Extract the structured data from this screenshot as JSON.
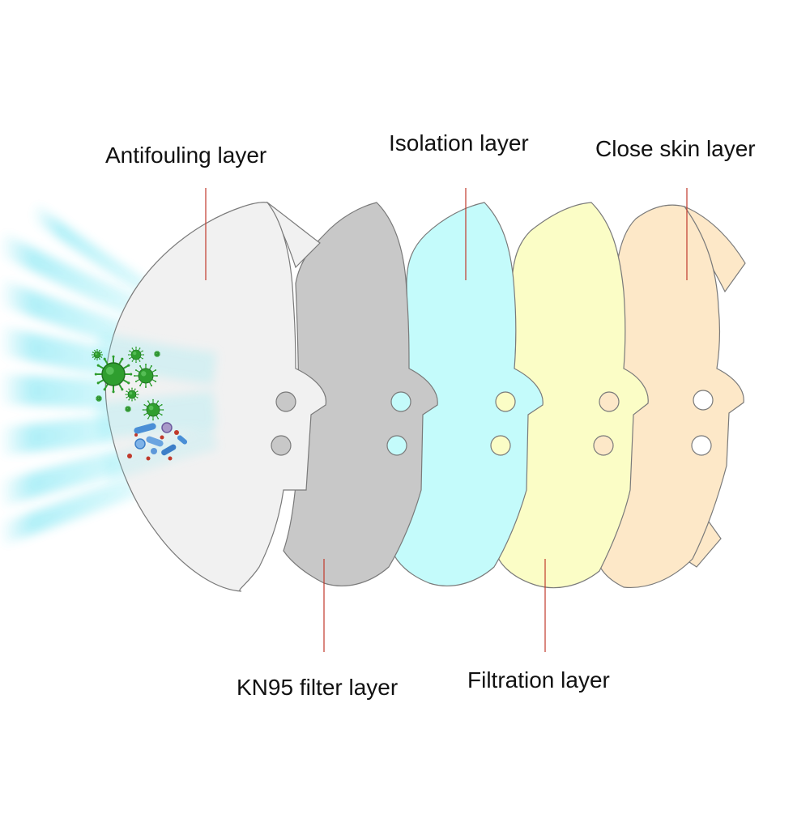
{
  "labels": {
    "antifouling": "Antifouling layer",
    "isolation": "Isolation layer",
    "close_skin": "Close skin layer",
    "kn95": "KN95 filter layer",
    "filtration": "Filtration layer"
  },
  "colors": {
    "antifouling_fill": "#f1f1f1",
    "kn95_fill": "#c8c8c8",
    "isolation_fill": "#c4fbfb",
    "filtration_fill": "#fbfdc6",
    "close_skin_fill": "#fde8c8",
    "outline": "#7a7a7a",
    "leader_line": "#c0392b",
    "virus": "#2f9e2f",
    "bacteria": "#4a8fd6",
    "airflow": "#5fe0f0"
  },
  "icons": [
    "virus-icon",
    "bacteria-icon",
    "airflow-icon"
  ]
}
